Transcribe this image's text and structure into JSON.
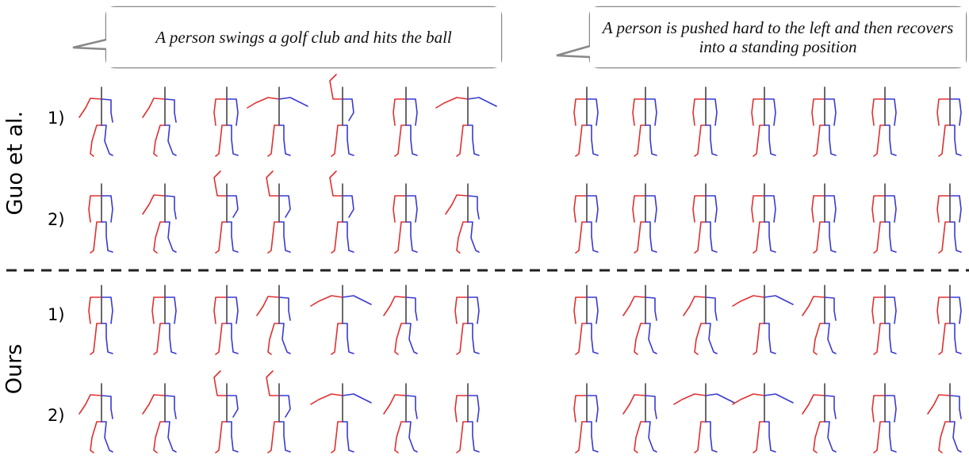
{
  "captions": {
    "left": "A person swings a golf club and hits the ball",
    "right": "A person is pushed hard to the left and then recovers into a standing position"
  },
  "groups": [
    {
      "label": "Guo et al.",
      "rows": [
        "1)",
        "2)"
      ]
    },
    {
      "label": "Ours",
      "rows": [
        "1)",
        "2)"
      ]
    }
  ],
  "colors": {
    "left_limbs": "#e03030",
    "right_limbs": "#3a3ad0",
    "spine": "#444444",
    "bubble_border": "#888888",
    "divider": "#222222"
  }
}
